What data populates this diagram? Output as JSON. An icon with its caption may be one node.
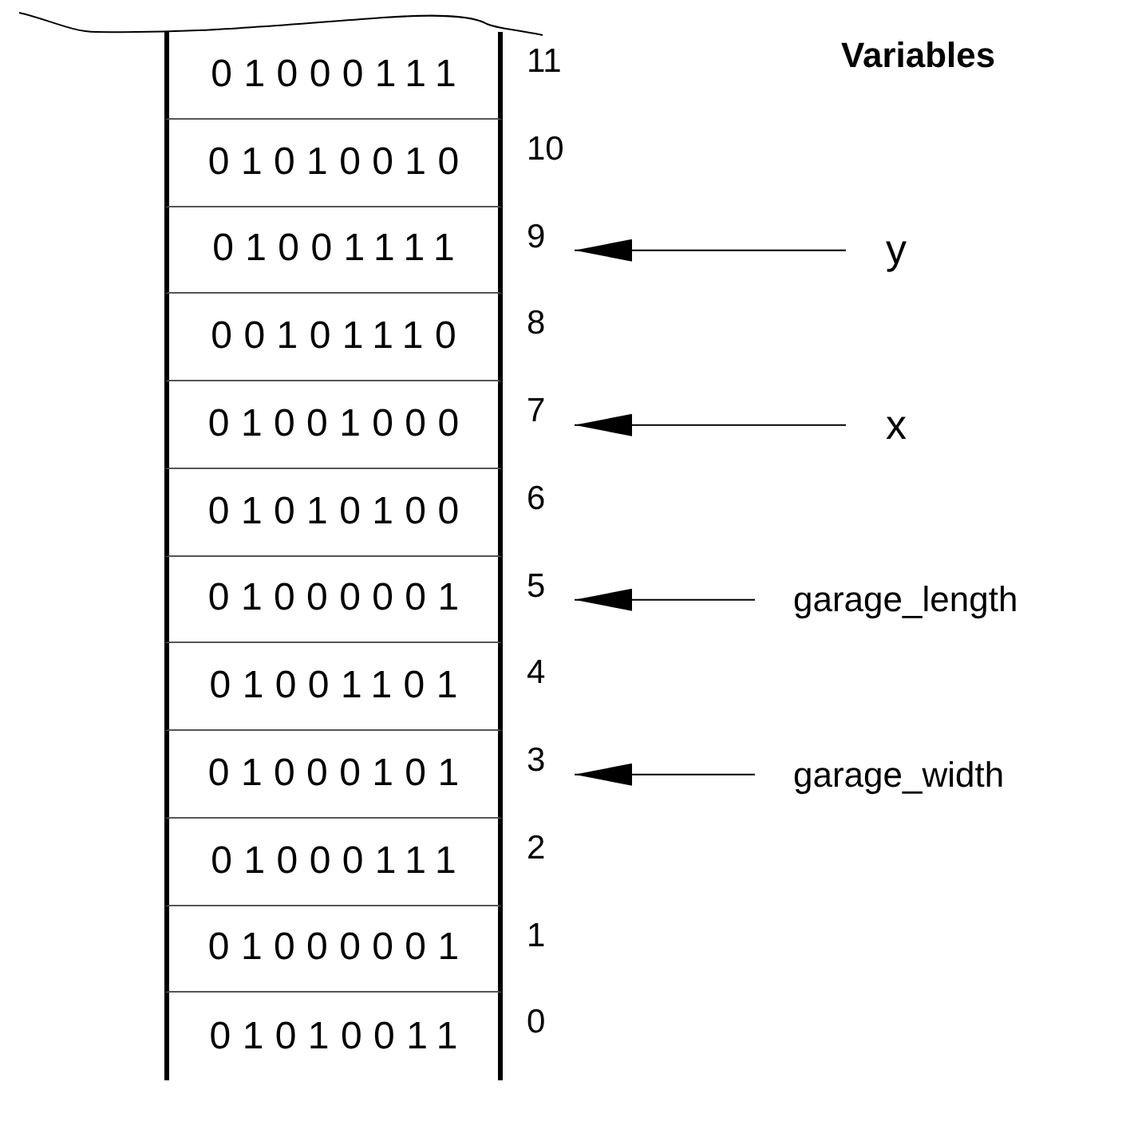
{
  "diagram": {
    "title": "Variables",
    "nodes": [
      {
        "text": [
          "01000111"
        ],
        "beside": [
          "11"
        ]
      },
      {
        "text": [
          "01010010"
        ],
        "beside": [
          "10"
        ]
      },
      {
        "text": [
          "01001111"
        ],
        "beside": [
          "9"
        ]
      },
      {
        "text": [
          "00101110"
        ],
        "beside": [
          "8"
        ]
      },
      {
        "text": [
          "01001000"
        ],
        "beside": [
          "7"
        ]
      },
      {
        "text": [
          "01010100"
        ],
        "beside": [
          "6"
        ]
      },
      {
        "text": [
          "01000001"
        ],
        "beside": [
          "5"
        ]
      },
      {
        "text": [
          "01001101"
        ],
        "beside": [
          "4"
        ]
      },
      {
        "text": [
          "01000101"
        ],
        "beside": [
          "3"
        ]
      },
      {
        "text": [
          "01000111"
        ],
        "beside": [
          "2"
        ]
      },
      {
        "text": [
          "01000001"
        ],
        "beside": [
          "1"
        ]
      },
      {
        "text": [
          "01010011"
        ],
        "beside": [
          "0"
        ]
      },
      {
        "text": [
          "y"
        ]
      },
      {
        "text": [
          "x"
        ]
      },
      {
        "text": [
          "garage_length"
        ]
      },
      {
        "text": [
          "garage_width"
        ]
      }
    ],
    "edges": [
      {
        "from": 12,
        "to": 2,
        "arrow": "to"
      },
      {
        "from": 13,
        "to": 4,
        "arrow": "to"
      },
      {
        "from": 14,
        "to": 6,
        "arrow": "to"
      },
      {
        "from": 15,
        "to": 8,
        "arrow": "to"
      }
    ]
  }
}
